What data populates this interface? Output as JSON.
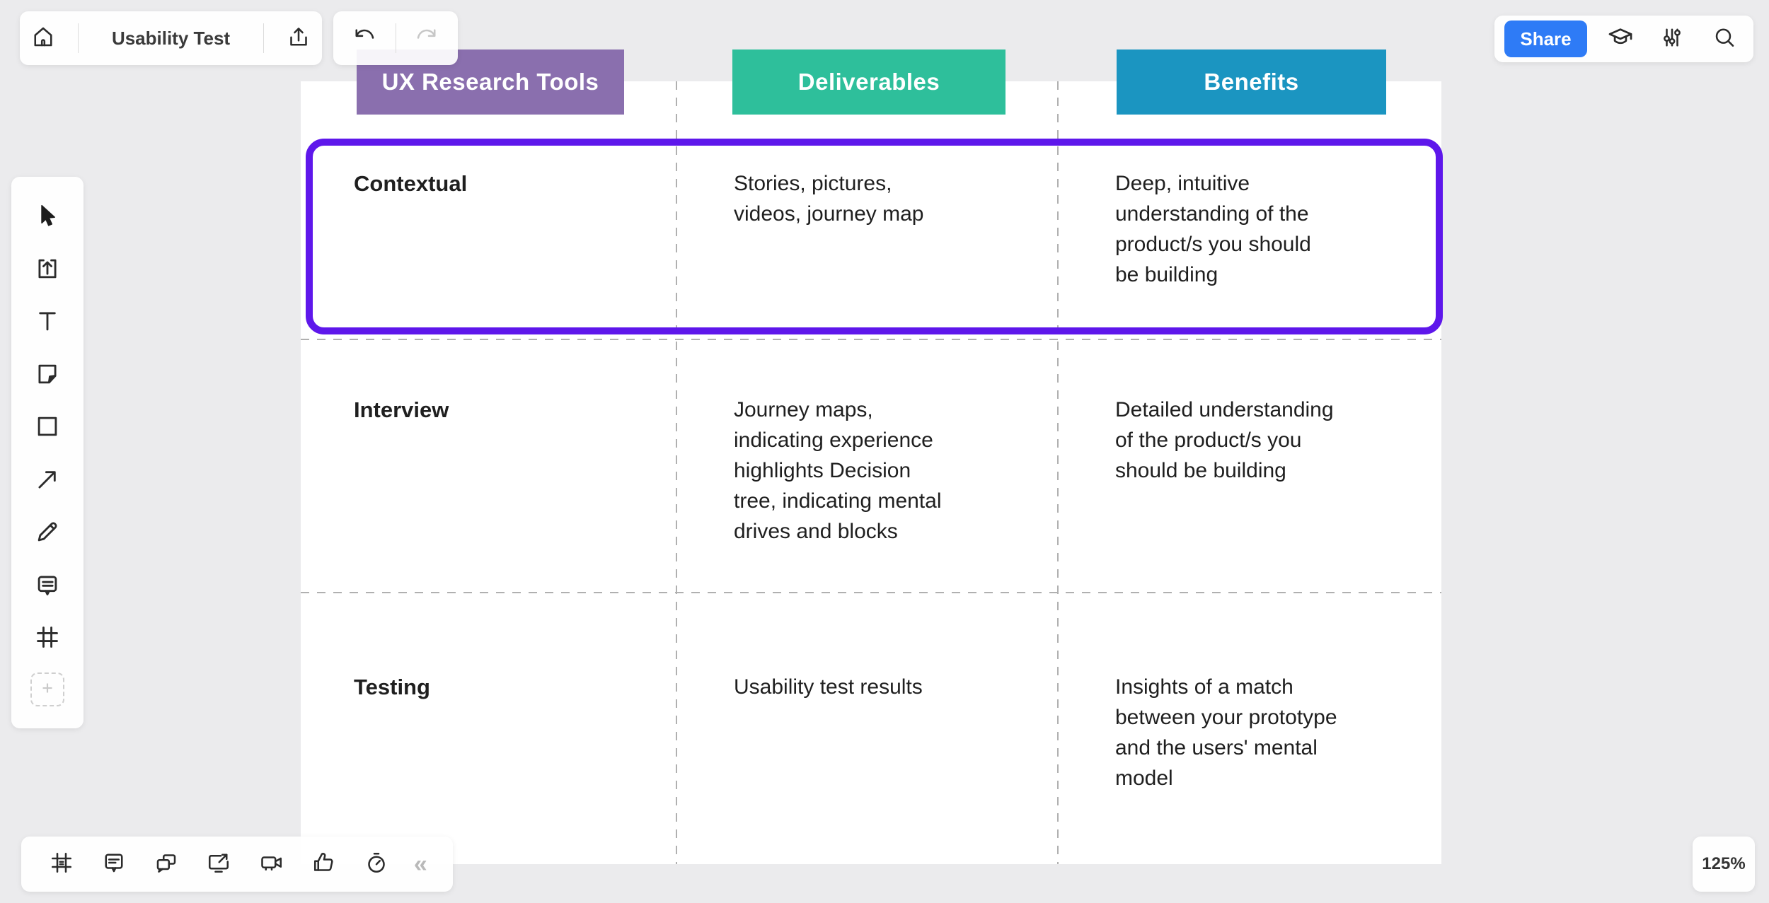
{
  "topbar": {
    "board_title": "Usability Test",
    "share_label": "Share"
  },
  "icons": {
    "collapse_glyph": "«"
  },
  "zoom_indicator": "125%",
  "colors": {
    "tools_header_bg": "#8a6fae",
    "deliverables_header_bg": "#2ebf9b",
    "benefits_header_bg": "#1b95c1",
    "selection_border": "#5e17eb",
    "share_button_bg": "#2e7bf6"
  },
  "table": {
    "headers": [
      {
        "label": "UX Research Tools"
      },
      {
        "label": "Deliverables"
      },
      {
        "label": "Benefits"
      }
    ],
    "rows": [
      {
        "tool": "Contextual",
        "deliverables": "Stories, pictures,\nvideos, journey map",
        "benefits": "Deep, intuitive\nunderstanding of the\nproduct/s you should\nbe building",
        "selected": true
      },
      {
        "tool": "Interview",
        "deliverables": "Journey maps,\nindicating experience\nhighlights Decision\ntree, indicating mental\ndrives and blocks",
        "benefits": "Detailed understanding\nof the product/s you\nshould be building",
        "selected": false
      },
      {
        "tool": "Testing",
        "deliverables": "Usability test results",
        "benefits": "Insights of a match\nbetween your prototype\nand the users' mental\nmodel",
        "selected": false
      }
    ]
  }
}
